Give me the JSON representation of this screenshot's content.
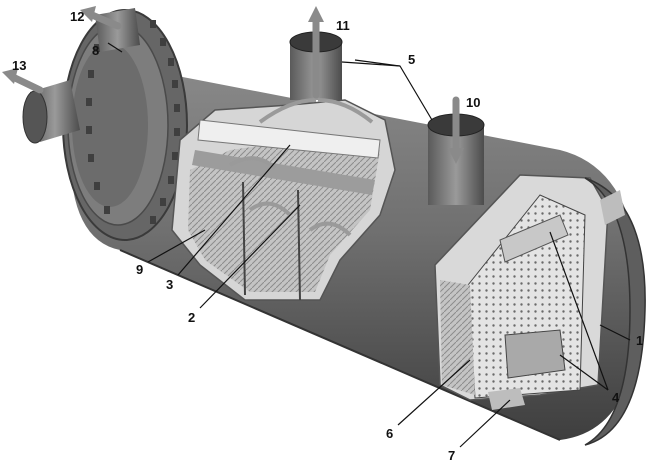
{
  "diagram": {
    "callouts": [
      {
        "id": "1",
        "label": "1"
      },
      {
        "id": "2",
        "label": "2"
      },
      {
        "id": "3",
        "label": "3"
      },
      {
        "id": "4",
        "label": "4"
      },
      {
        "id": "5",
        "label": "5"
      },
      {
        "id": "6",
        "label": "6"
      },
      {
        "id": "7",
        "label": "7"
      },
      {
        "id": "8",
        "label": "8"
      },
      {
        "id": "9",
        "label": "9"
      },
      {
        "id": "10",
        "label": "10"
      },
      {
        "id": "11",
        "label": "11"
      },
      {
        "id": "12",
        "label": "12"
      },
      {
        "id": "13",
        "label": "13"
      }
    ],
    "colors": {
      "shell": "#6f6f6f",
      "shell_dark": "#4a4a4a",
      "shell_light": "#8c8c8c",
      "cutaway_interior": "#d9d9d9",
      "packing": "#b8b8b8",
      "flow_arrow": "#9a9a9a",
      "background": "#ffffff"
    }
  }
}
